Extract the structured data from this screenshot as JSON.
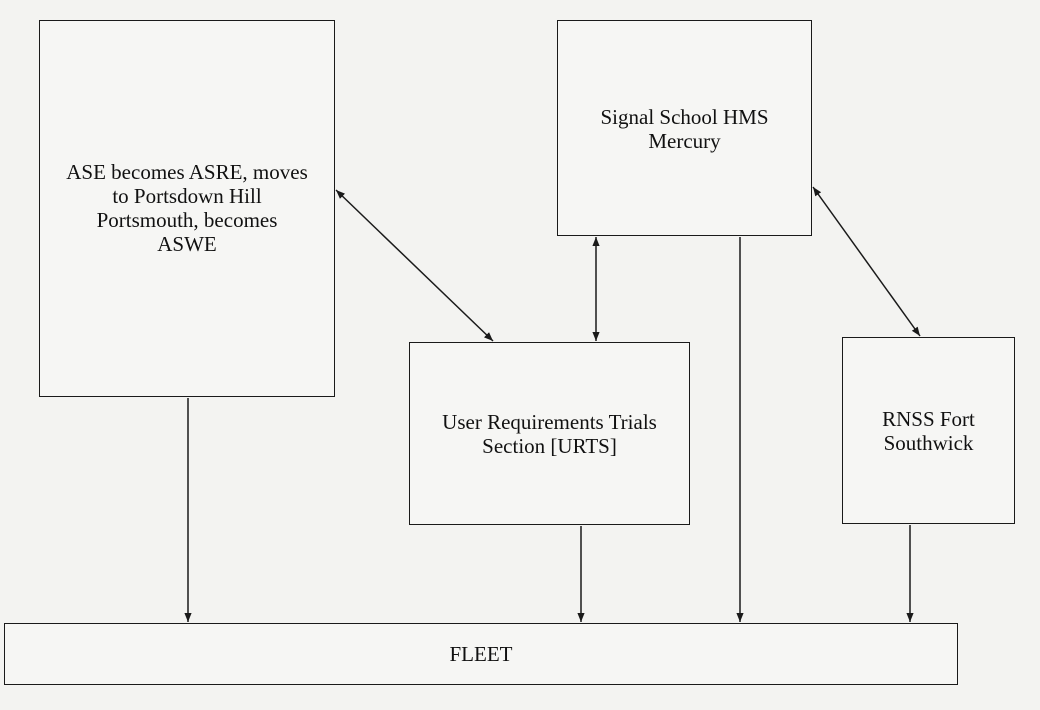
{
  "diagram": {
    "nodes": {
      "ase": {
        "label": "ASE becomes ASRE, moves\nto Portsdown Hill\nPortsmouth, becomes\nASWE"
      },
      "signal_school": {
        "label": "Signal School HMS\nMercury"
      },
      "urts": {
        "label": "User Requirements Trials\nSection [URTS]"
      },
      "rnss": {
        "label": "RNSS Fort\nSouthwick"
      },
      "fleet": {
        "label": "FLEET"
      }
    },
    "edges": [
      {
        "from": "ase",
        "to": "urts",
        "direction": "both"
      },
      {
        "from": "signal_school",
        "to": "urts",
        "direction": "both"
      },
      {
        "from": "signal_school",
        "to": "rnss",
        "direction": "both"
      },
      {
        "from": "ase",
        "to": "fleet",
        "direction": "forward"
      },
      {
        "from": "urts",
        "to": "fleet",
        "direction": "forward"
      },
      {
        "from": "signal_school",
        "to": "fleet",
        "direction": "forward"
      },
      {
        "from": "rnss",
        "to": "fleet",
        "direction": "forward"
      }
    ],
    "colors": {
      "line": "#1a1a1a",
      "background": "#f3f3f1"
    }
  }
}
